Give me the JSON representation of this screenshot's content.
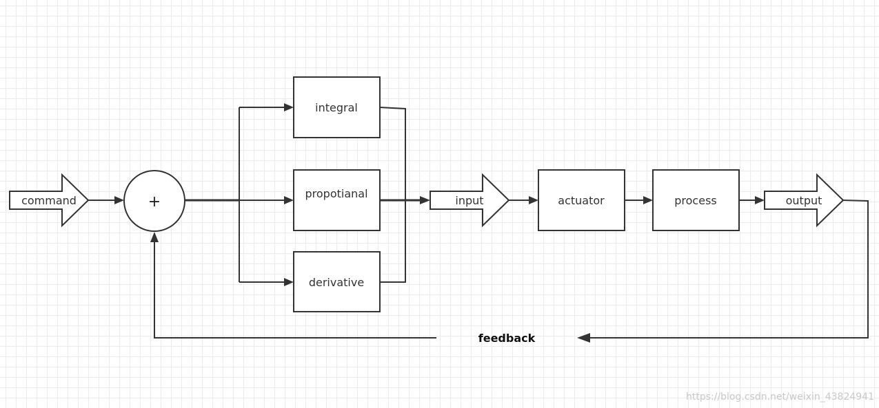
{
  "diagram": {
    "command_label": "command",
    "sum_symbol": "+",
    "integral_label": "integral",
    "proportional_label": "propotianal",
    "derivative_label": "derivative",
    "input_label": "input",
    "actuator_label": "actuator",
    "process_label": "process",
    "output_label": "output",
    "feedback_label": "feedback"
  },
  "watermark": "https://blog.csdn.net/weixin_43824941",
  "colors": {
    "stroke": "#333333",
    "fill": "#ffffff",
    "grid": "#dcdcdc"
  }
}
